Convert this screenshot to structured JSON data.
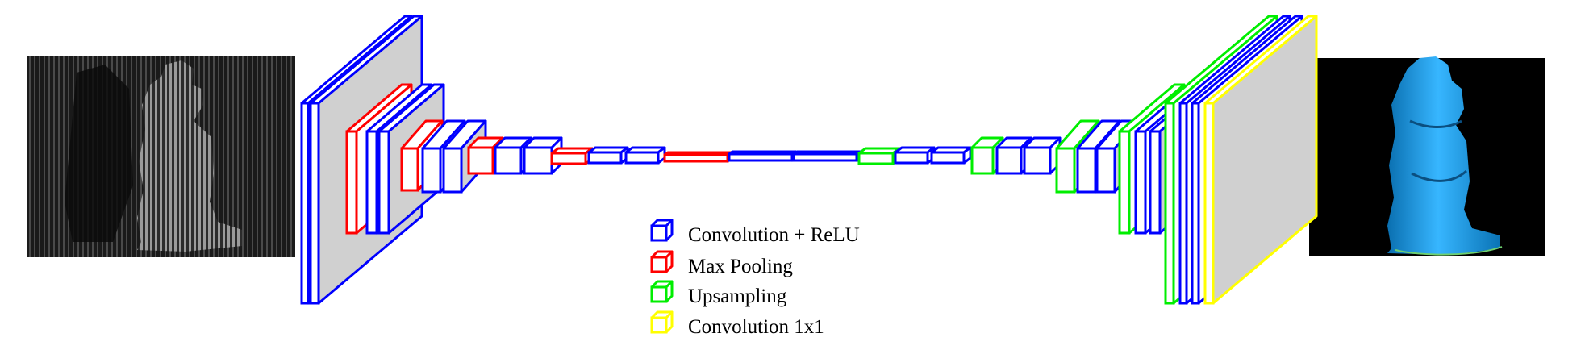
{
  "colors": {
    "conv_relu": "#0000ff",
    "max_pooling": "#ff0000",
    "upsampling": "#00ee00",
    "conv_1x1": "#ffff00",
    "block_face": "#d0d0d0",
    "block_fill": "#ffffff",
    "text": "#000000"
  },
  "images": {
    "input_image": {
      "name": "fringe-pattern-input-image",
      "description_icon": "striped-statue-photo-icon"
    },
    "output_image": {
      "name": "3d-reconstruction-output-image",
      "description_icon": "blue-3d-statue-render-icon"
    }
  },
  "legend": {
    "items": [
      {
        "label": "Convolution + ReLU",
        "color_key": "conv_relu",
        "icon": "blue-cube-icon"
      },
      {
        "label": "Max Pooling",
        "color_key": "max_pooling",
        "icon": "red-cube-icon"
      },
      {
        "label": "Upsampling",
        "color_key": "upsampling",
        "icon": "green-cube-icon"
      },
      {
        "label": "Convolution 1x1",
        "color_key": "conv_1x1",
        "icon": "yellow-cube-icon"
      }
    ]
  }
}
